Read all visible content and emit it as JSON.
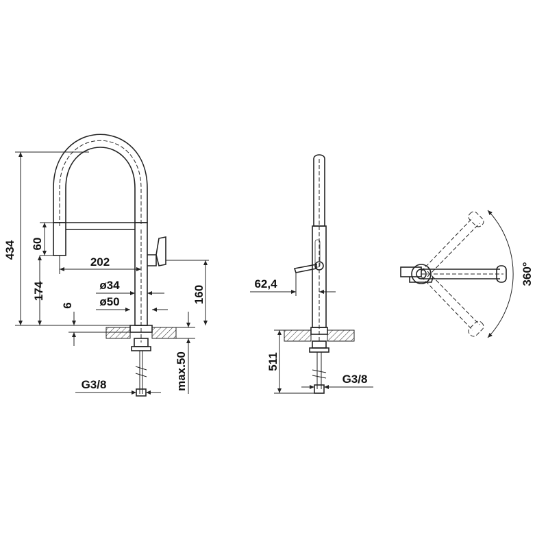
{
  "front_view": {
    "dim_height_total": "434",
    "dim_handle_height": "60",
    "dim_reach": "202",
    "dim_lower_height": "174",
    "dim_body_dia": "ø34",
    "dim_base_dia": "ø50",
    "dim_base_thickness": "6",
    "dim_lever_height": "160",
    "dim_max_worktop": "max.50",
    "dim_thread": "G3/8"
  },
  "side_view": {
    "dim_lever_offset": "62,4",
    "dim_hose_length": "511",
    "dim_thread": "G3/8"
  },
  "top_view": {
    "dim_rotation": "360°"
  }
}
